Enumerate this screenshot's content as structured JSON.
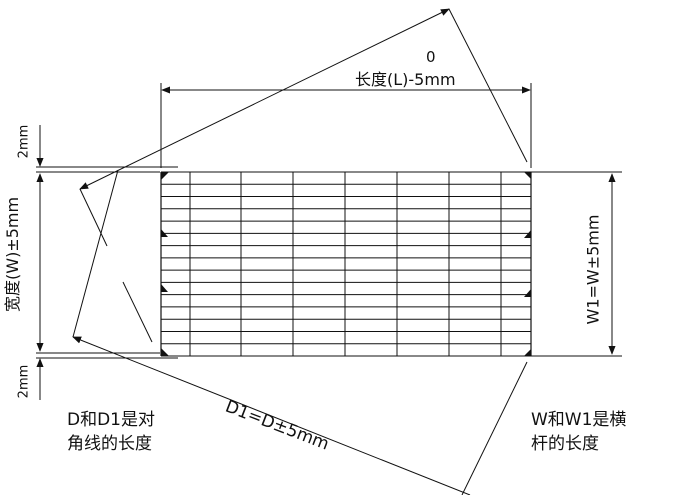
{
  "labels": {
    "top_zero": "0",
    "length_tolerance": "长度(L)-5mm",
    "width_tolerance": "宽度(W)±5mm",
    "top_gap": "2mm",
    "bottom_gap": "2mm",
    "w1_rule": "W1=W±5mm",
    "d1_rule": "D1=D±5mm",
    "d_note_line1": "D和D1是对",
    "d_note_line2": "角线的长度",
    "w_note_line1": "W和W1是横",
    "w_note_line2": "杆的长度"
  },
  "grid": {
    "vertical_bars": 8,
    "horizontal_bars": 16
  }
}
